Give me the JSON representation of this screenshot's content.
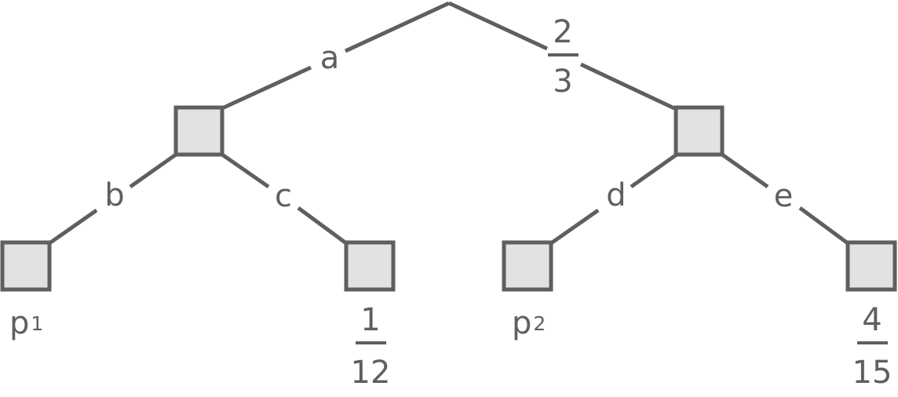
{
  "edges": {
    "root_left": "a",
    "root_right": {
      "numerator": "2",
      "denominator": "3"
    },
    "left_left": "b",
    "left_right": "c",
    "right_left": "d",
    "right_right": "e"
  },
  "leaves": {
    "leaf1": {
      "base": "p",
      "subscript": "1"
    },
    "leaf2": {
      "numerator": "1",
      "denominator": "12"
    },
    "leaf3": {
      "base": "p",
      "subscript": "2"
    },
    "leaf4": {
      "numerator": "4",
      "denominator": "15"
    }
  },
  "colors": {
    "stroke": "#5f5f5f",
    "node_fill": "#e2e2e2"
  }
}
